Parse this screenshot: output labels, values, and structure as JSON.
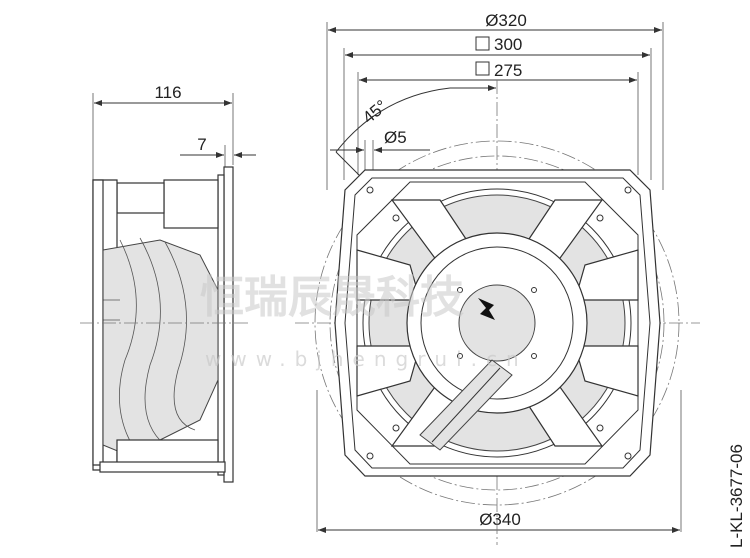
{
  "dimensions": {
    "side_depth": "116",
    "side_flange": "7",
    "dia_outer": "Ø320",
    "square_300": "300",
    "square_275": "275",
    "angle": "45°",
    "hole_dia": "Ø5",
    "dia_bottom": "Ø340"
  },
  "drawing_code": "L-KL-3677-06",
  "watermark": {
    "company": "恒瑞辰晟科技",
    "url": "www.bjhengrui.cn"
  },
  "icons": {
    "square_symbol": "square-dimension-symbol",
    "rotation_mark": "rotation-direction-icon"
  }
}
